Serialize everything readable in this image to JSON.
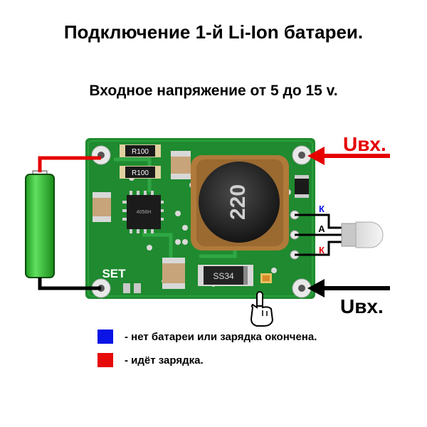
{
  "title": "Подключение 1-й Li-Ion батареи.",
  "subtitle": "Входное напряжение от 5 до 15 v.",
  "labels": {
    "input_plus": "Uвх.",
    "input_minus": "Uвх.",
    "led_cathode_top": "К",
    "led_anode": "А",
    "led_cathode_bottom": "К"
  },
  "board": {
    "set_label": "SET",
    "resistor_top": "R100",
    "resistor_second": "R100",
    "inductor_marking": "220",
    "diode_marking": "SS34",
    "chip_marking": "4056H"
  },
  "legend": [
    {
      "color": "#0a14e6",
      "text": "- нет батареи или зарядка окончена."
    },
    {
      "color": "#e60a0a",
      "text": "- идёт зарядка."
    }
  ],
  "colors": {
    "board": "#1f8a2f",
    "battery": "#33cc33",
    "wire_plus": "#e60000",
    "wire_minus": "#000000"
  }
}
